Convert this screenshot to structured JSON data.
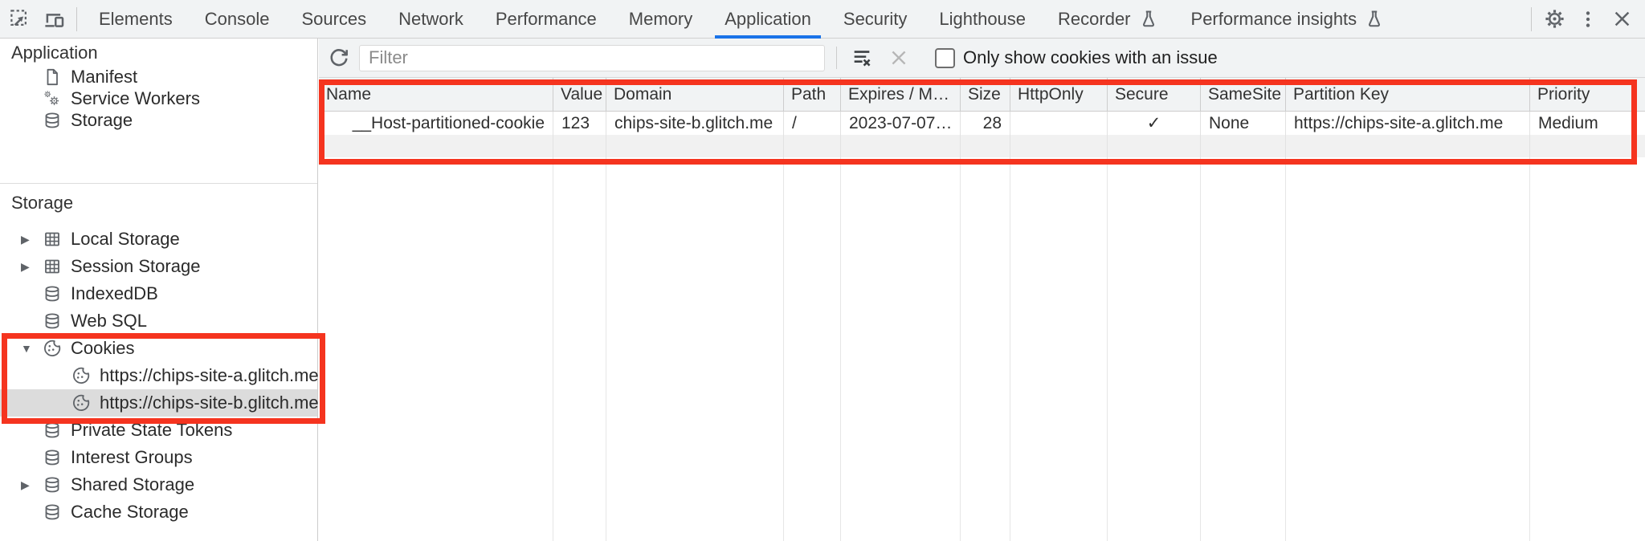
{
  "tabbar": {
    "tabs": [
      {
        "label": "Elements"
      },
      {
        "label": "Console"
      },
      {
        "label": "Sources"
      },
      {
        "label": "Network"
      },
      {
        "label": "Performance"
      },
      {
        "label": "Memory"
      },
      {
        "label": "Application",
        "active": true
      },
      {
        "label": "Security"
      },
      {
        "label": "Lighthouse"
      },
      {
        "label": "Recorder",
        "experimental": true
      },
      {
        "label": "Performance insights",
        "experimental": true
      }
    ],
    "active_tab": "Application"
  },
  "sidebar": {
    "app_section_title": "Application",
    "app_items": [
      {
        "label": "Manifest",
        "icon": "document-icon"
      },
      {
        "label": "Service Workers",
        "icon": "service-workers-icon"
      },
      {
        "label": "Storage",
        "icon": "database-icon"
      }
    ],
    "storage_section_title": "Storage",
    "storage_items": [
      {
        "label": "Local Storage",
        "icon": "table-icon",
        "expander": "collapsed"
      },
      {
        "label": "Session Storage",
        "icon": "table-icon",
        "expander": "collapsed"
      },
      {
        "label": "IndexedDB",
        "icon": "database-icon"
      },
      {
        "label": "Web SQL",
        "icon": "database-icon"
      },
      {
        "label": "Cookies",
        "icon": "cookie-icon",
        "expander": "expanded"
      },
      {
        "label": "https://chips-site-a.glitch.me",
        "icon": "cookie-icon",
        "child": true
      },
      {
        "label": "https://chips-site-b.glitch.me",
        "icon": "cookie-icon",
        "child": true,
        "selected": true
      },
      {
        "label": "Private State Tokens",
        "icon": "database-icon"
      },
      {
        "label": "Interest Groups",
        "icon": "database-icon"
      },
      {
        "label": "Shared Storage",
        "icon": "database-icon",
        "expander": "collapsed"
      },
      {
        "label": "Cache Storage",
        "icon": "database-icon"
      }
    ]
  },
  "toolbar": {
    "filter_placeholder": "Filter",
    "filter_value": "",
    "only_issue_label": "Only show cookies with an issue",
    "checkbox_checked": false
  },
  "cookie_table": {
    "columns": [
      "Name",
      "Value",
      "Domain",
      "Path",
      "Expires / M…",
      "Size",
      "HttpOnly",
      "Secure",
      "SameSite",
      "Partition Key",
      "Priority"
    ],
    "rows": [
      {
        "name": "__Host-partitioned-cookie",
        "value": "123",
        "domain": "chips-site-b.glitch.me",
        "path": "/",
        "expires": "2023-07-07…",
        "size": "28",
        "http_only": "",
        "secure": "✓",
        "same_site": "None",
        "partition_key": "https://chips-site-a.glitch.me",
        "priority": "Medium"
      }
    ]
  },
  "icons": {
    "expander_collapsed": "▶",
    "expander_expanded": "▼"
  },
  "colors": {
    "accent_blue": "#1a73e8",
    "annotation_red": "#f5341f",
    "toolbar_bg": "#f1f3f4",
    "selected_row_bg": "#dcdcdc"
  }
}
